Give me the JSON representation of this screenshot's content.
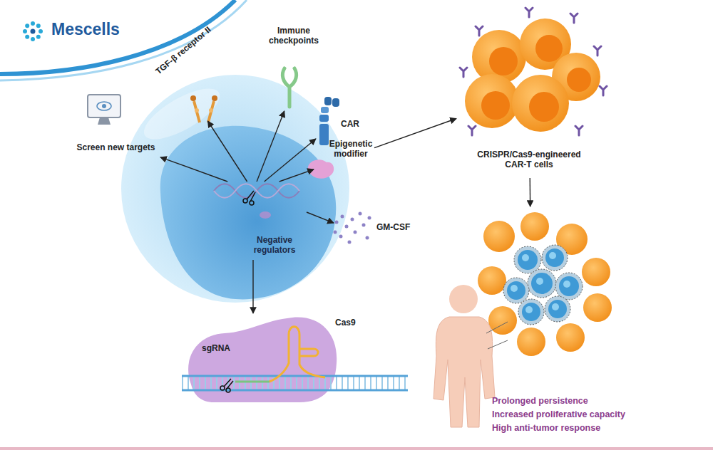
{
  "diagram": {
    "nodes": [
      {
        "text": [
          "Screen new targets"
        ]
      },
      {
        "text": [
          "TGF-β receptor II"
        ]
      },
      {
        "text": [
          "Immune checkpoints"
        ]
      },
      {
        "text": [
          "CAR"
        ]
      },
      {
        "text": [
          "Epigenetic modifier"
        ]
      },
      {
        "text": [
          "Negative regulators"
        ]
      },
      {
        "text": [
          "GM-CSF"
        ]
      },
      {
        "text": [
          "Cas9",
          "sgRNA"
        ]
      },
      {
        "text": [
          "CRISPR/Cas9-engineered CAR-T cells"
        ]
      },
      {
        "text": [
          "Prolonged persistence",
          "Increased proliferative capacity",
          "High anti-tumor response"
        ]
      }
    ],
    "edges": [
      {
        "from": 5,
        "to": 0,
        "arrow": "to"
      },
      {
        "from": 5,
        "to": 1,
        "arrow": "to"
      },
      {
        "from": 5,
        "to": 2,
        "arrow": "to"
      },
      {
        "from": 5,
        "to": 3,
        "arrow": "to"
      },
      {
        "from": 5,
        "to": 4,
        "arrow": "to"
      },
      {
        "from": 5,
        "to": 6,
        "arrow": "to"
      },
      {
        "from": 5,
        "to": 7,
        "arrow": "to"
      },
      {
        "from": 4,
        "to": 8,
        "arrow": "to"
      },
      {
        "from": 8,
        "to": 9,
        "arrow": "to"
      }
    ],
    "labels": [
      "Mescells"
    ]
  }
}
